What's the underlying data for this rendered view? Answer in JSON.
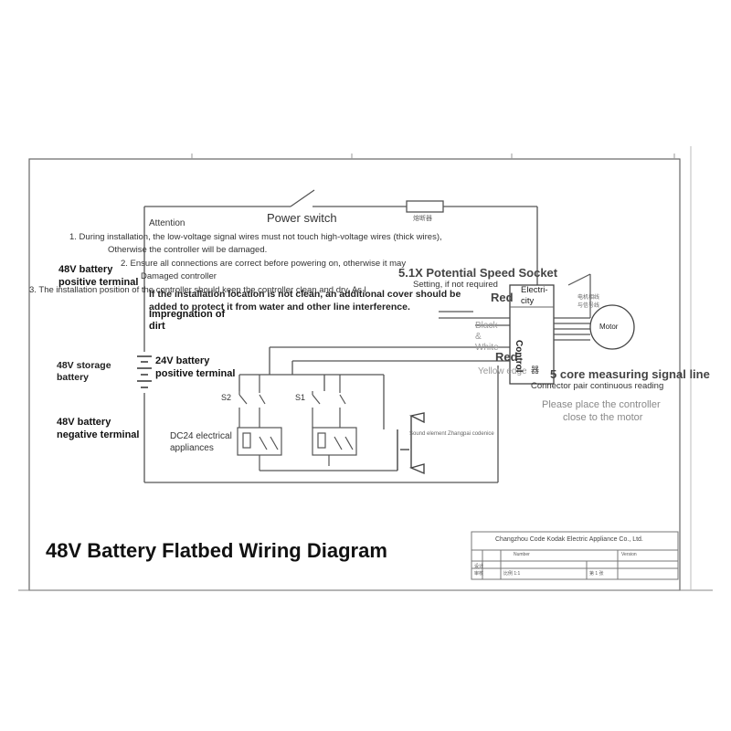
{
  "title": "48V Battery Flatbed Wiring Diagram",
  "labels": {
    "power_switch": "Power switch",
    "fuse_cn": "熔断器",
    "attention": "Attention",
    "note1": "1. During installation, the low-voltage signal wires must not touch high-voltage wires (thick wires),",
    "note1b": "Otherwise the controller will be damaged.",
    "note2": "2. Ensure all connections are correct before powering on, otherwise it may",
    "note2b": "Damaged controller",
    "note3": "3. The installation position of the controller should keep the controller clean and dry. As l",
    "note3b": "If the installation location is not clean, an additional cover should be",
    "note3c": "added to protect it from water and other line interference.",
    "impregnation": "Impregnation of",
    "dirt": "dirt",
    "bat_pos_48": "48V battery",
    "bat_pos_48b": "positive terminal",
    "storage": "48V storage",
    "storage_b": "battery",
    "bat_neg_48": "48V battery",
    "bat_neg_48b": "negative terminal",
    "pos_24": "24V battery",
    "pos_24b": "positive terminal",
    "dc24": "DC24 electrical",
    "dc24b": "appliances",
    "s2": "S2",
    "s1": "S1",
    "speed_socket": "5.1X Potential Speed Socket",
    "speed_socket_sub": "Setting, if not required",
    "red1": "Red",
    "red2": "Red",
    "black": "Black",
    "and": "&",
    "white": "White",
    "yellow_edge": "Yellow edge",
    "electricity": "Electri-",
    "city": "city",
    "control": "Control",
    "control_cn": "器",
    "motor": "Motor",
    "motor_cn1": "电机相线",
    "motor_cn2": "与信号线",
    "measuring": "5 core measuring signal line",
    "connector": "Connector pair continuous reading",
    "place1": "Please place the controller",
    "place2": "close to the motor",
    "sound_element": "Sound element Zhangpai codenice",
    "company": "Changzhou Code Kodak Electric Appliance Co., Ltd.",
    "number": "Number",
    "version": "Version",
    "ratio": "比例 1:1",
    "sheet": "第 1 张",
    "drawn": "设计",
    "checked": "审核"
  },
  "colors": {
    "line": "#555555",
    "frame": "#666666",
    "muted_text": "#9a9a9a"
  }
}
